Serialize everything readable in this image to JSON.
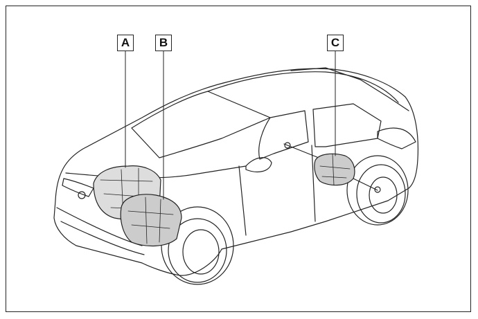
{
  "labels": {
    "a": "A",
    "b": "B",
    "c": "C"
  },
  "colors": {
    "line": "#222222",
    "background": "#ffffff"
  }
}
